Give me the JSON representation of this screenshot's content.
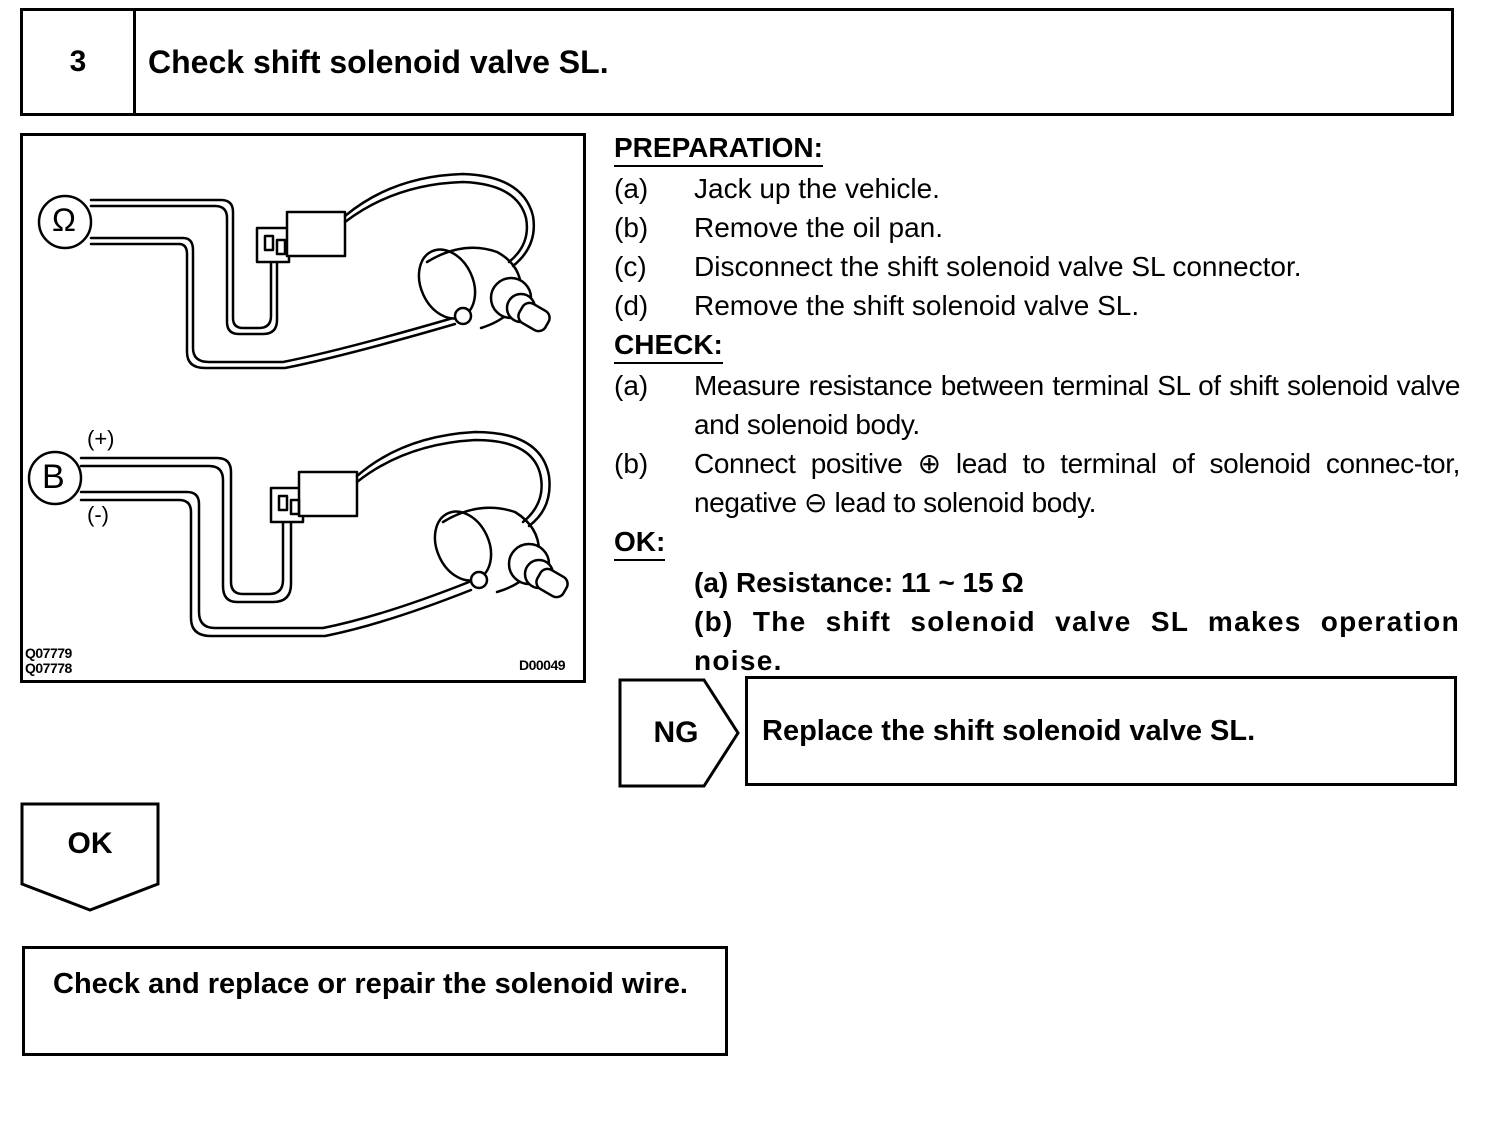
{
  "step": {
    "number": "3",
    "title": "Check shift solenoid valve SL."
  },
  "figure": {
    "meter_symbol_top": "Ω",
    "meter_symbol_bottom": "B",
    "plus_label": "(+)",
    "minus_label": "(-)",
    "codes_left": [
      "Q07779",
      "Q07778"
    ],
    "code_right": "D00049"
  },
  "preparation": {
    "heading": "PREPARATION:",
    "items": [
      {
        "letter": "(a)",
        "text": "Jack up the vehicle."
      },
      {
        "letter": "(b)",
        "text": "Remove the oil pan."
      },
      {
        "letter": "(c)",
        "text": "Disconnect the shift solenoid valve SL connector."
      },
      {
        "letter": "(d)",
        "text": "Remove the shift solenoid valve SL."
      }
    ]
  },
  "check": {
    "heading": "CHECK:",
    "items": [
      {
        "letter": "(a)",
        "text": "Measure resistance between terminal SL of shift solenoid valve and solenoid body."
      },
      {
        "letter": "(b)",
        "text_1": "Connect positive ",
        "symbol_plus": "⊕",
        "text_2": " lead to terminal of solenoid connec-tor, negative ",
        "symbol_minus": "⊖",
        "text_3": " lead to solenoid body."
      }
    ]
  },
  "ok": {
    "heading": "OK:",
    "line_a": "(a) Resistance: 11 ~ 15 Ω",
    "line_b": "(b) The shift solenoid valve SL makes operation noise."
  },
  "ng_branch": {
    "label": "NG",
    "result": "Replace the shift solenoid valve SL."
  },
  "ok_branch": {
    "label": "OK",
    "result": "Check and replace or repair the solenoid wire."
  }
}
